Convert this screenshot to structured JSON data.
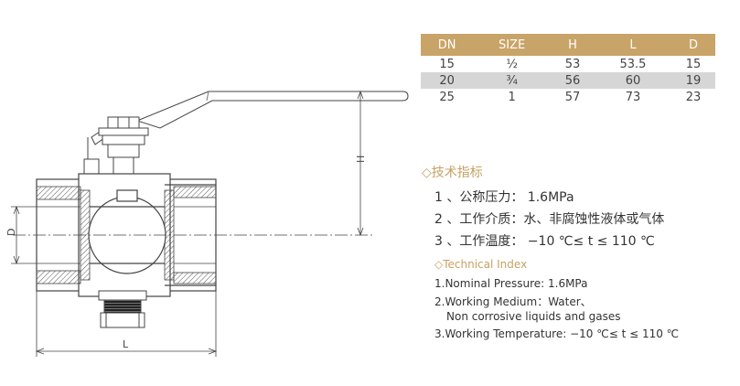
{
  "table": {
    "headers": [
      "DN",
      "SIZE",
      "H",
      "L",
      "D"
    ],
    "rows": [
      [
        "15",
        "½",
        "53",
        "53.5",
        "15"
      ],
      [
        "20",
        "¾",
        "56",
        "60",
        "19"
      ],
      [
        "25",
        "1",
        "57",
        "73",
        "23"
      ]
    ]
  },
  "dimensions": {
    "h": "H",
    "d": "D",
    "l": "L"
  },
  "specs_cn": {
    "title": "◇技术指标",
    "items": [
      "1 、公称压力： 1.6MPa",
      "2 、工作介质：水、非腐蚀性液体或气体",
      "3 、工作温度： −10 ℃≤ t ≤ 110 ℃"
    ]
  },
  "specs_en": {
    "title": "◇Technical Index",
    "items": [
      "1.Nominal Pressure: 1.6MPa",
      "2.Working Medium：Water、",
      "Non corrosive liquids and gases",
      "3.Working Temperature: −10 ℃≤ t ≤ 110 ℃"
    ]
  },
  "colors": {
    "header_bg": "#c8a468",
    "accent": "#c9a062",
    "row_shade": "#d6d6d6"
  }
}
